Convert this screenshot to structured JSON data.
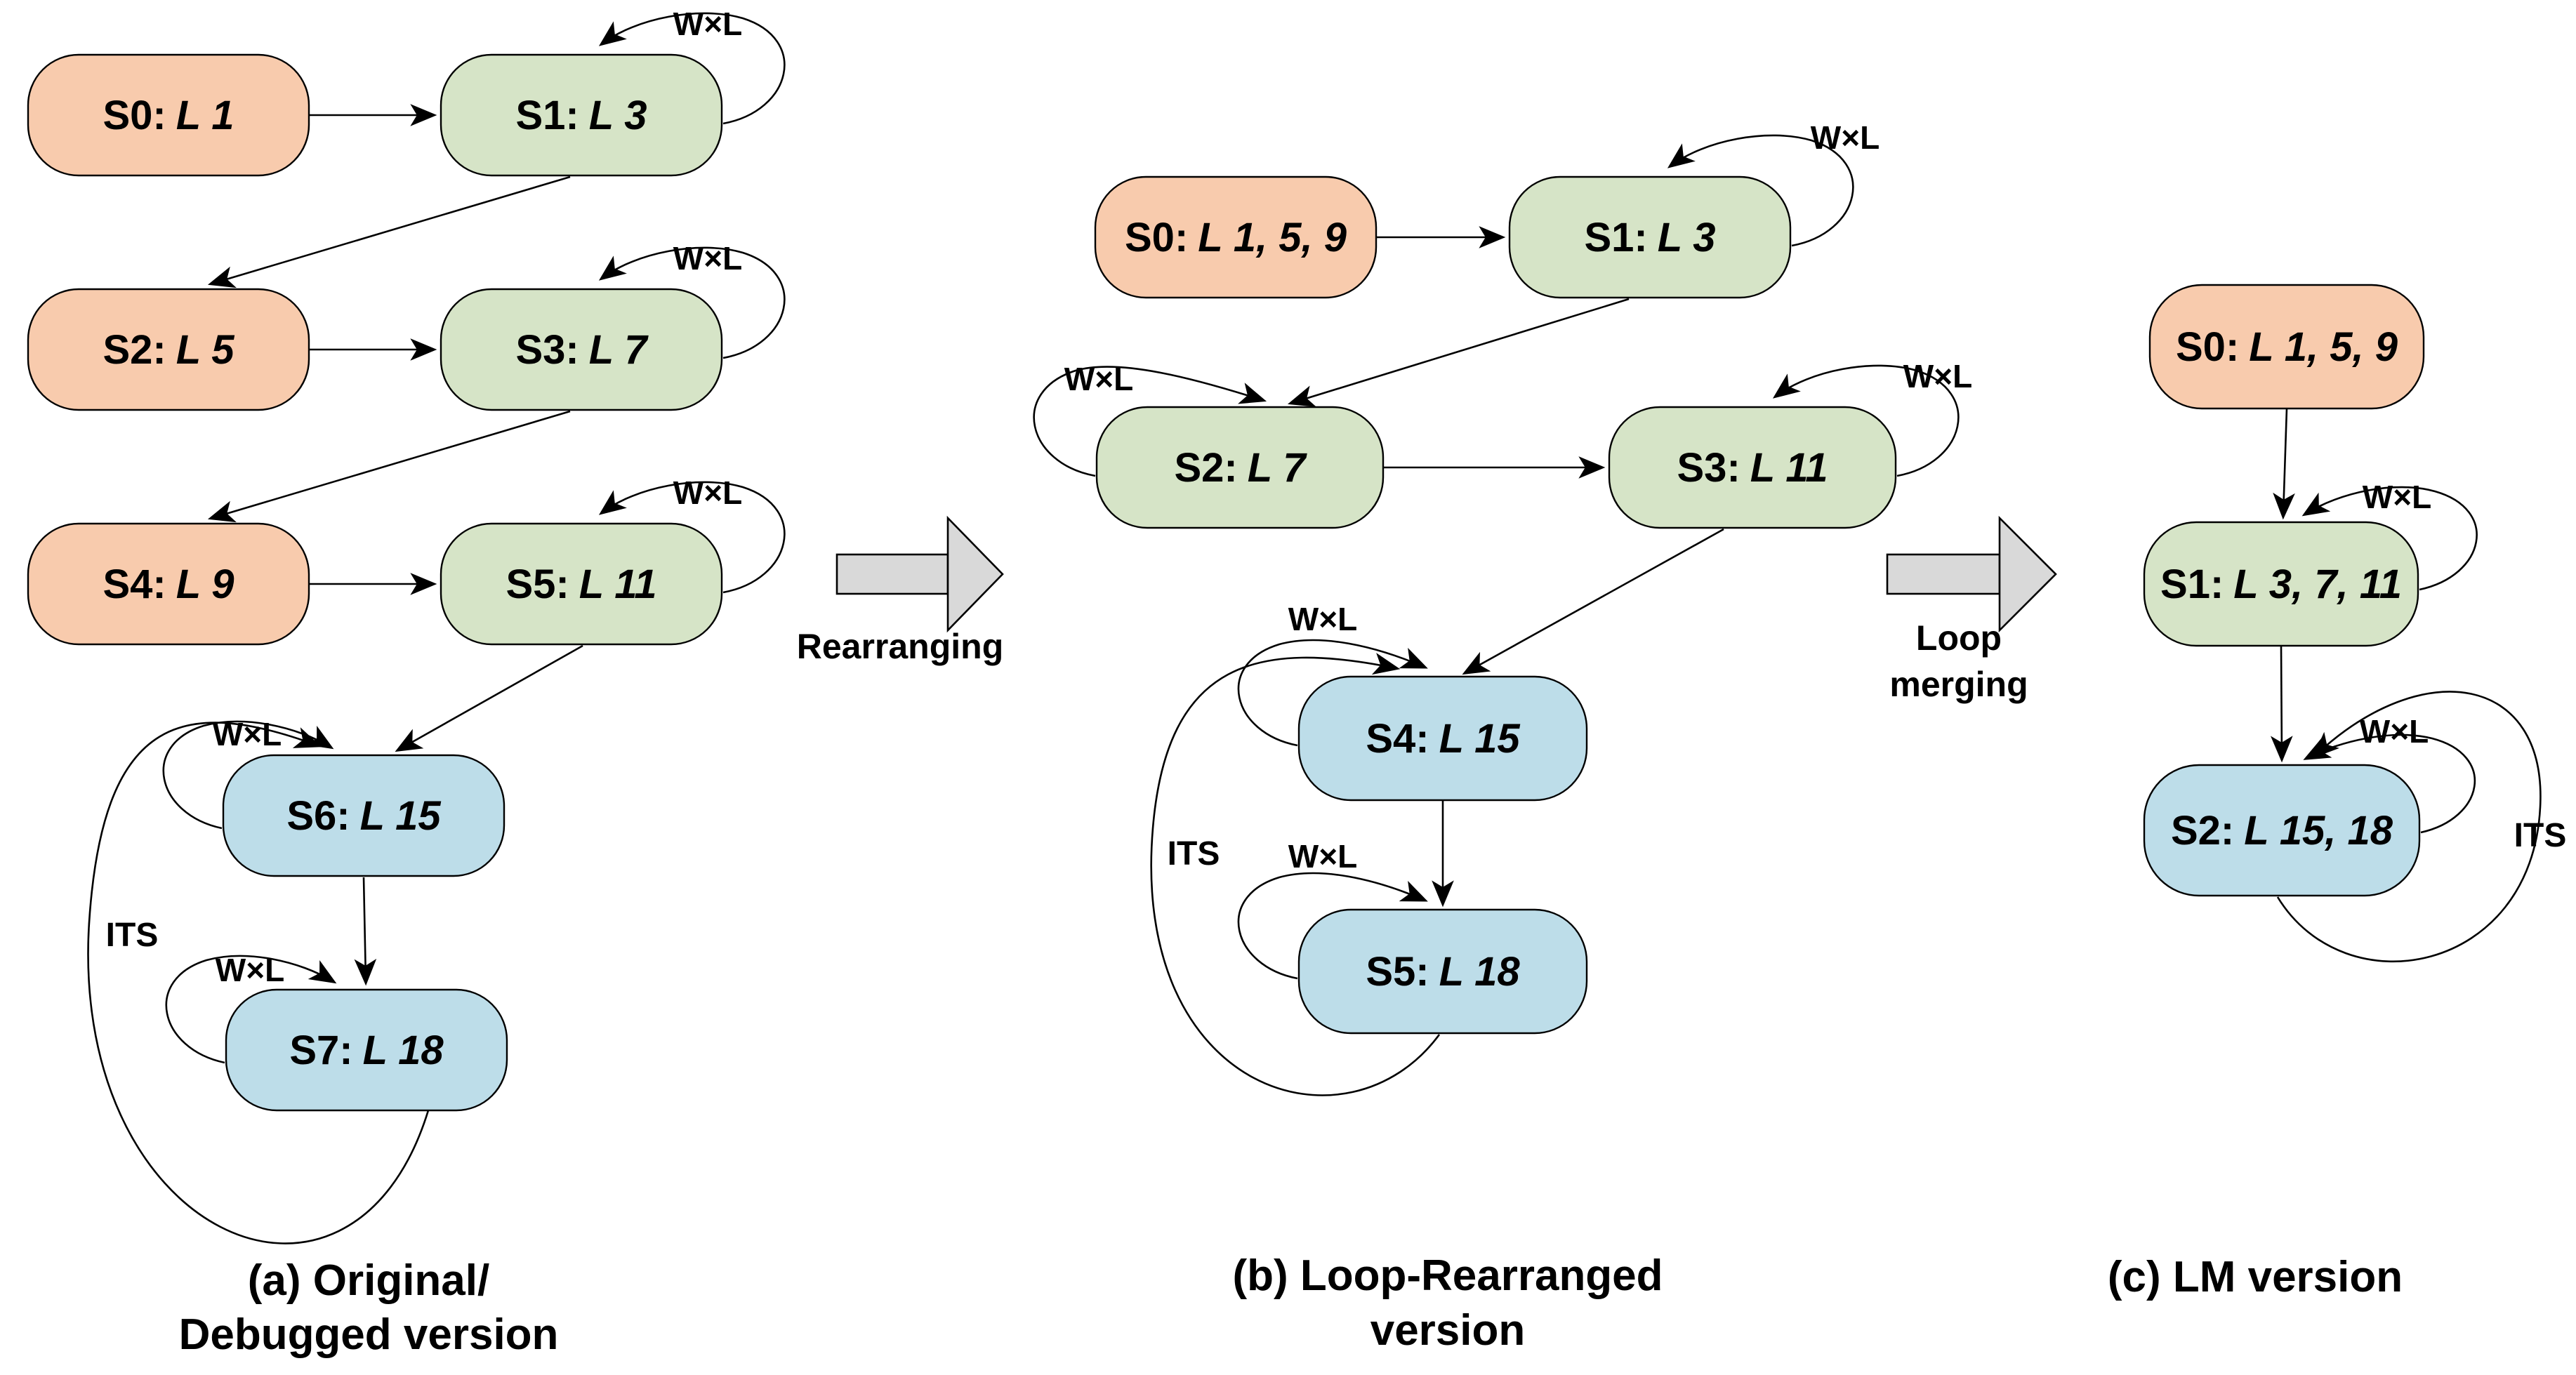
{
  "fig": {
    "colors": {
      "source_fill": "#F8CBAD",
      "loop_fill": "#D6E4C7",
      "merged_fill": "#BDDDE9",
      "block_arrow_fill": "#D9D9D9",
      "outline": "#000000"
    },
    "panels": [
      {
        "id": "a",
        "caption": [
          "(a) Original/",
          "Debugged version"
        ],
        "its_label": "ITS",
        "nodes": [
          {
            "id": "S0",
            "prefix": "S0:",
            "loops": "L 1",
            "kind": "source"
          },
          {
            "id": "S1",
            "prefix": "S1:",
            "loops": "L 3",
            "kind": "loop",
            "self_loop": "W×L"
          },
          {
            "id": "S2",
            "prefix": "S2:",
            "loops": "L 5",
            "kind": "source"
          },
          {
            "id": "S3",
            "prefix": "S3:",
            "loops": "L 7",
            "kind": "loop",
            "self_loop": "W×L"
          },
          {
            "id": "S4",
            "prefix": "S4:",
            "loops": "L 9",
            "kind": "source"
          },
          {
            "id": "S5",
            "prefix": "S5:",
            "loops": "L 11",
            "kind": "loop",
            "self_loop": "W×L"
          },
          {
            "id": "S6",
            "prefix": "S6:",
            "loops": "L 15",
            "kind": "merged",
            "self_loop": "W×L"
          },
          {
            "id": "S7",
            "prefix": "S7:",
            "loops": "L 18",
            "kind": "merged",
            "self_loop": "W×L"
          }
        ]
      },
      {
        "id": "b",
        "caption": [
          "(b) Loop-Rearranged",
          "version"
        ],
        "its_label": "ITS",
        "nodes": [
          {
            "id": "S0",
            "prefix": "S0:",
            "loops": "L 1, 5, 9",
            "kind": "source"
          },
          {
            "id": "S1",
            "prefix": "S1:",
            "loops": "L 3",
            "kind": "loop",
            "self_loop": "W×L"
          },
          {
            "id": "S2",
            "prefix": "S2:",
            "loops": "L 7",
            "kind": "loop",
            "self_loop": "W×L"
          },
          {
            "id": "S3",
            "prefix": "S3:",
            "loops": "L 11",
            "kind": "loop",
            "self_loop": "W×L"
          },
          {
            "id": "S4",
            "prefix": "S4:",
            "loops": "L 15",
            "kind": "merged",
            "self_loop": "W×L"
          },
          {
            "id": "S5",
            "prefix": "S5:",
            "loops": "L 18",
            "kind": "merged",
            "self_loop": "W×L"
          }
        ]
      },
      {
        "id": "c",
        "caption": [
          "(c) LM version"
        ],
        "its_label": "ITS",
        "nodes": [
          {
            "id": "S0",
            "prefix": "S0:",
            "loops": "L 1, 5, 9",
            "kind": "source"
          },
          {
            "id": "S1",
            "prefix": "S1:",
            "loops": "L 3, 7, 11",
            "kind": "loop",
            "self_loop": "W×L"
          },
          {
            "id": "S2",
            "prefix": "S2:",
            "loops": "L 15, 18",
            "kind": "merged",
            "self_loop": "W×L"
          }
        ]
      }
    ],
    "transitions": [
      {
        "id": "rearranging",
        "lines": [
          "Rearranging"
        ]
      },
      {
        "id": "loop-merging",
        "lines": [
          "Loop",
          "merging"
        ]
      }
    ]
  }
}
